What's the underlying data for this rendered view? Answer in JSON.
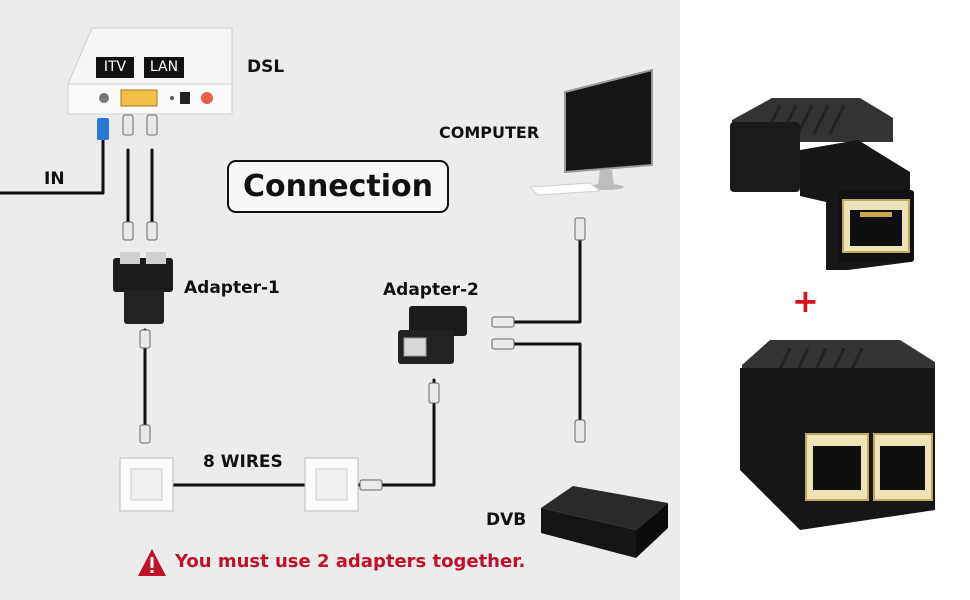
{
  "title": "Connection",
  "labels": {
    "dsl": "DSL",
    "in": "IN",
    "computer": "COMPUTER",
    "adapter1": "Adapter-1",
    "adapter2": "Adapter-2",
    "wires": "8 WIRES",
    "dvb": "DVB"
  },
  "ports": {
    "itv": "ITV",
    "lan": "LAN"
  },
  "warning": "You must use 2 adapters together.",
  "plus": "+",
  "colors": {
    "accent": "#d8101f",
    "warning": "#c0102a",
    "cable": "#111111"
  }
}
